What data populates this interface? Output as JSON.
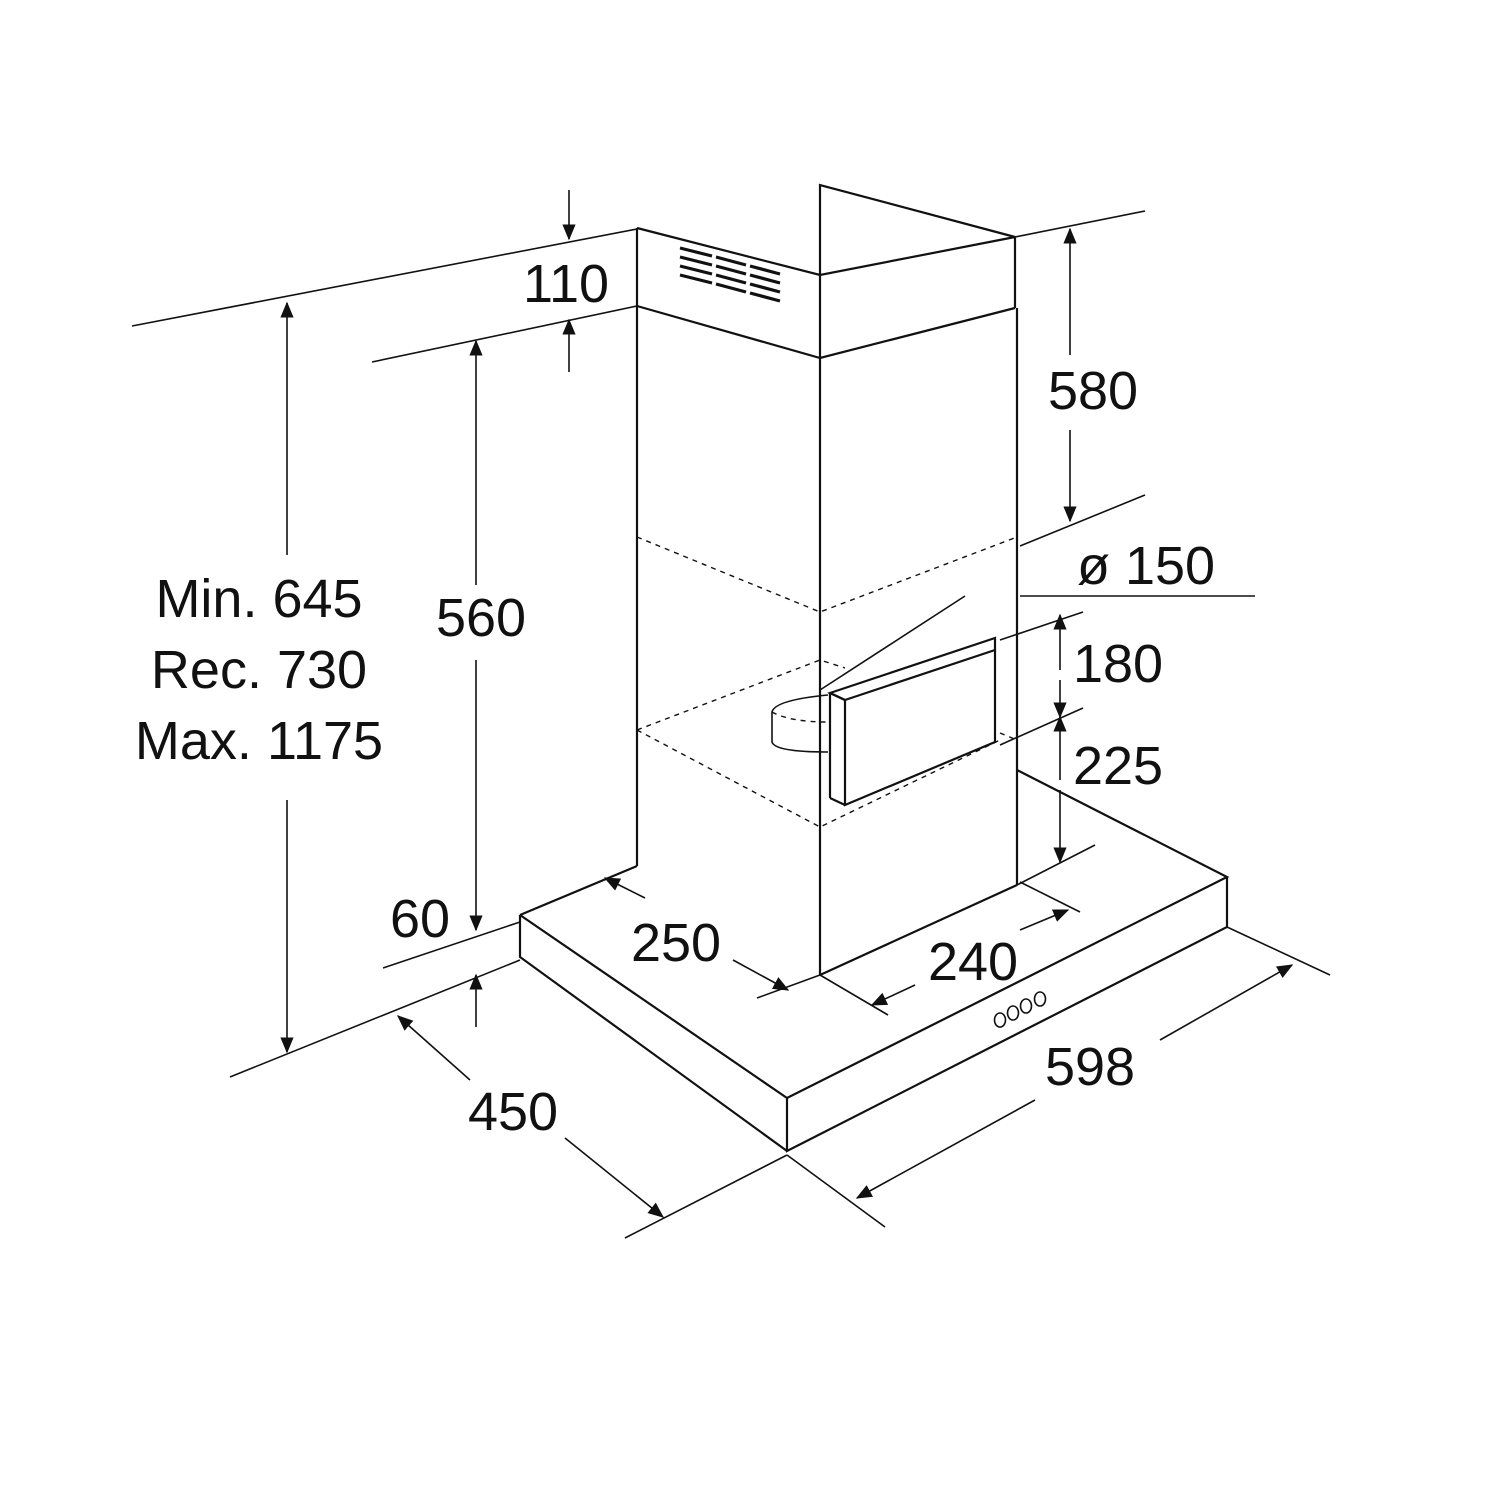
{
  "dimensions": {
    "top_cover": "110",
    "upper_chimney": "580",
    "lower_chimney": "560",
    "outlet_diameter": "ø 150",
    "outlet_height": "180",
    "outlet_offset": "225",
    "canopy_thickness": "60",
    "chimney_depth": "250",
    "chimney_width": "240",
    "hood_width": "598",
    "hood_depth": "450"
  },
  "installation_height": {
    "min": "Min. 645",
    "rec": "Rec. 730",
    "max": "Max. 1175"
  }
}
